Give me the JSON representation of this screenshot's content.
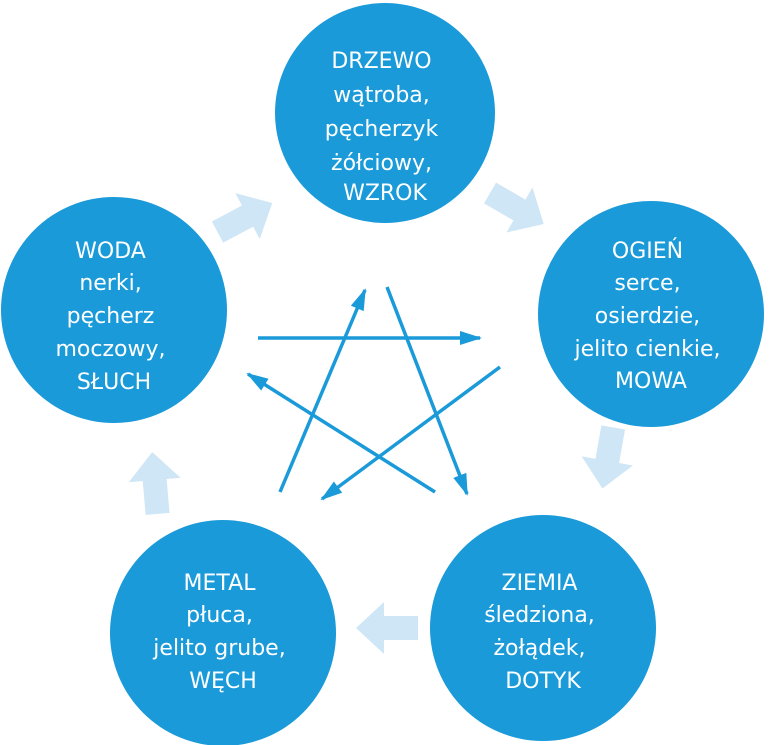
{
  "colors": {
    "circle": "#1a9ad9",
    "cycle_arrow": "#cfe6f6",
    "star_arrow": "#1a9ad9",
    "text": "#ffffff"
  },
  "elements": [
    {
      "id": "drzewo",
      "lines": [
        "DRZEWO",
        "wątroba,",
        "pęcherzyk",
        "żółciowy,",
        "WZROK"
      ]
    },
    {
      "id": "ogien",
      "lines": [
        "OGIEŃ",
        "serce,",
        "osierdzie,",
        "jelito cienkie,",
        "MOWA"
      ]
    },
    {
      "id": "ziemia",
      "lines": [
        "ZIEMIA",
        "śledziona,",
        "żołądek,",
        "DOTYK"
      ]
    },
    {
      "id": "metal",
      "lines": [
        "METAL",
        "płuca,",
        "jelito grube,",
        "WĘCH"
      ]
    },
    {
      "id": "woda",
      "lines": [
        "WODA",
        "nerki,",
        "pęcherz",
        "moczowy,",
        "SŁUCH"
      ]
    }
  ]
}
